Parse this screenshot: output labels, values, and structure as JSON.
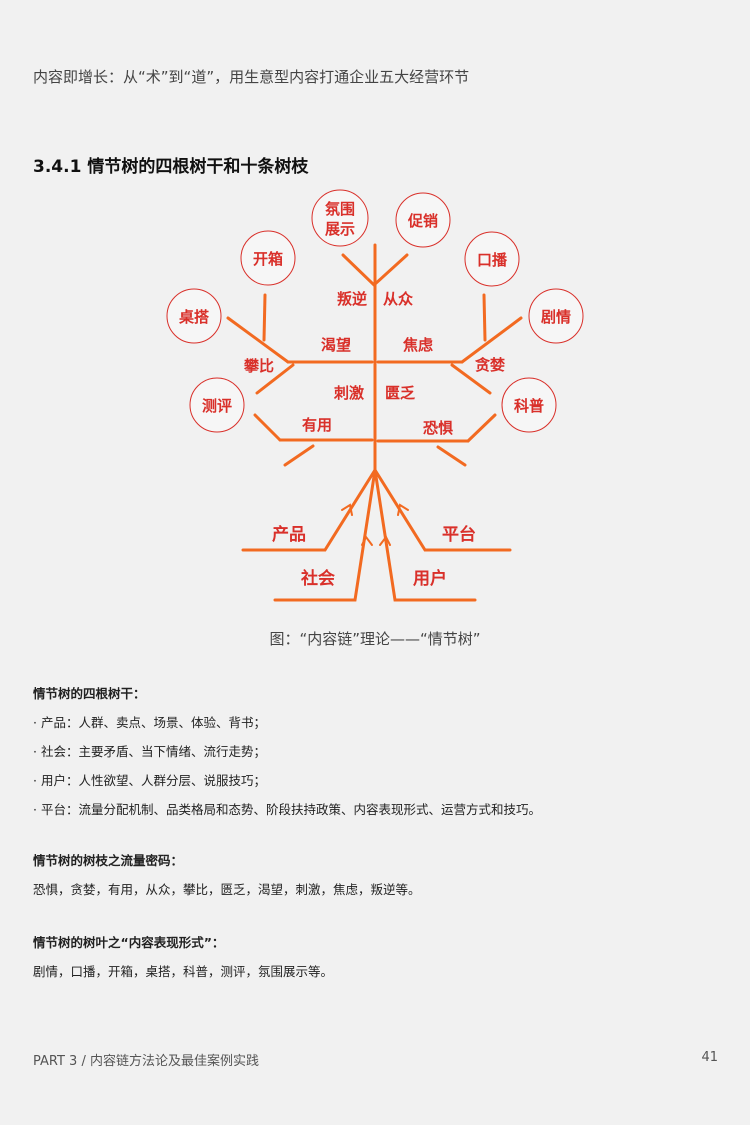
{
  "header": "内容即增长：从“术”到“道”，用生意型内容打通企业五大经营环节",
  "section_title": "3.4.1 情节树的四根树干和十条树枝",
  "tree": {
    "leaves": [
      "氛围",
      "展示",
      "促销",
      "开箱",
      "口播",
      "桌搭",
      "剧情",
      "测评",
      "科普"
    ],
    "branches": [
      "叛逆",
      "从众",
      "渴望",
      "焦虑",
      "攀比",
      "贪婪",
      "刺激",
      "匮乏",
      "有用",
      "恐惧"
    ],
    "roots": [
      "产品",
      "平台",
      "社会",
      "用户"
    ],
    "colors": {
      "line": "#f26a21",
      "text": "#d9302a"
    }
  },
  "caption": "图：“内容链”理论——“情节树”",
  "trunks": {
    "title": "情节树的四根树干：",
    "items": [
      "· 产品：人群、卖点、场景、体验、背书；",
      "· 社会：主要矛盾、当下情绪、流行走势；",
      "· 用户：人性欲望、人群分层、说服技巧；",
      "· 平台：流量分配机制、品类格局和态势、阶段扶持政策、内容表现形式、运营方式和技巧。"
    ]
  },
  "branches_block": {
    "title": "情节树的树枝之流量密码：",
    "text": "恐惧，贪婪，有用，从众，攀比，匮乏，渴望，刺激，焦虑，叛逆等。"
  },
  "leaves_block": {
    "title": "情节树的树叶之“内容表现形式”：",
    "text": "剧情，口播，开箱，桌搭，科普，测评，氛围展示等。"
  },
  "footer": {
    "left": "PART 3 / 内容链方法论及最佳案例实践",
    "page": "41"
  }
}
